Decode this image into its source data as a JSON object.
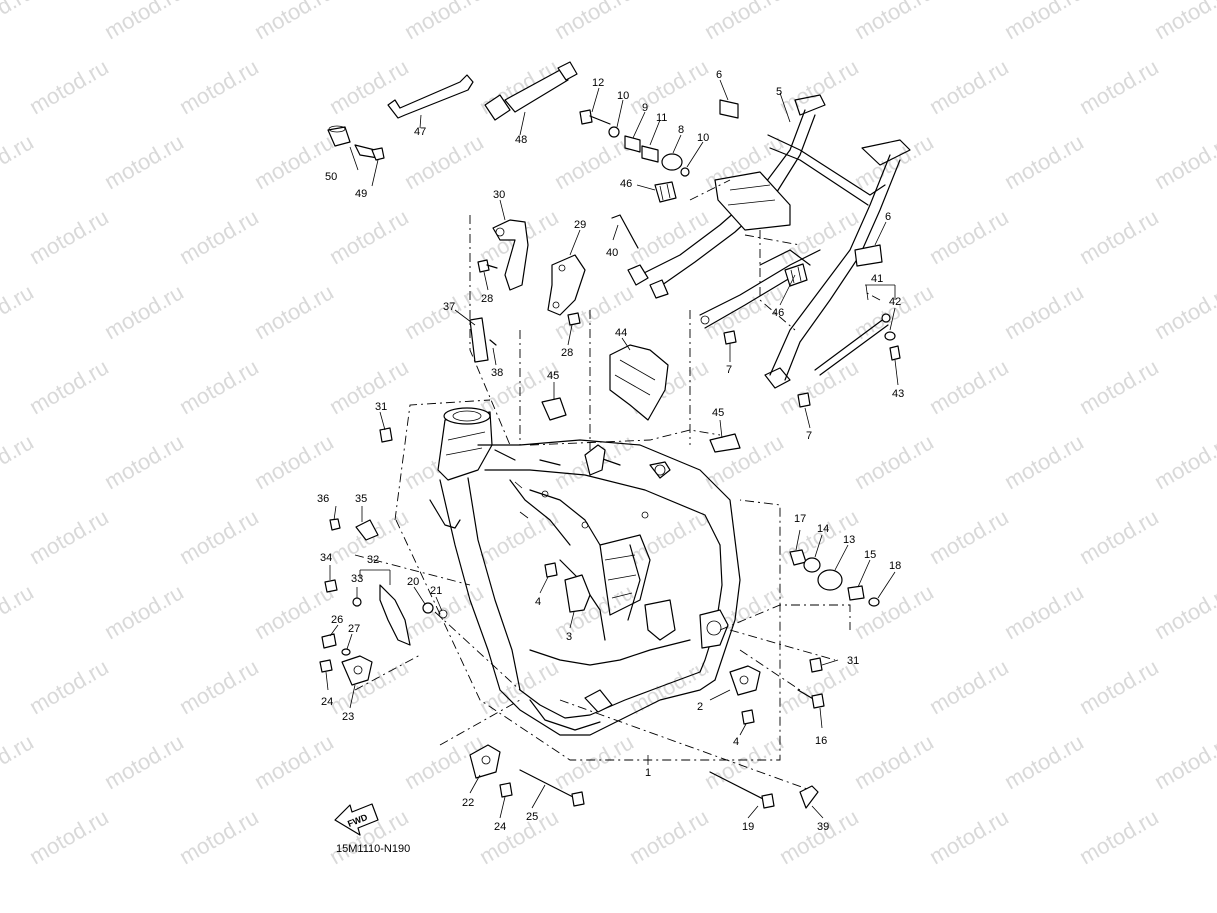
{
  "watermark": "motod.ru",
  "diagram_code": "15M1110-N190",
  "fwd_label": "FWD",
  "callouts": [
    "1",
    "2",
    "3",
    "4",
    "5",
    "6",
    "7",
    "8",
    "9",
    "10",
    "11",
    "12",
    "13",
    "14",
    "15",
    "16",
    "17",
    "18",
    "19",
    "20",
    "21",
    "22",
    "23",
    "24",
    "25",
    "26",
    "27",
    "28",
    "29",
    "30",
    "31",
    "32",
    "33",
    "34",
    "35",
    "36",
    "37",
    "38",
    "39",
    "40",
    "41",
    "42",
    "43",
    "44",
    "45",
    "46",
    "47",
    "48",
    "49",
    "50"
  ]
}
